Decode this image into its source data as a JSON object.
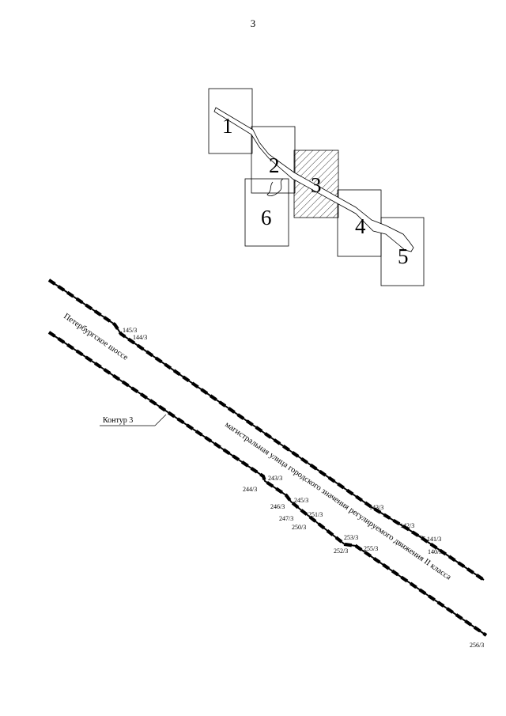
{
  "page_number": "3",
  "index_sheets": [
    "1",
    "2",
    "3",
    "4",
    "5",
    "6"
  ],
  "streets": {
    "petersburg_highway": "Петербургское шоссе",
    "arterial_street": "магистральная улица городского значения регулируемого движения II класса"
  },
  "contour_label": "Контур 3",
  "points": {
    "p145": "145/3",
    "p144": "144/3",
    "p143": "143/3",
    "p142": "142/3",
    "p141": "141/3",
    "p140": "140/3",
    "p243": "243/3",
    "p244": "244/3",
    "p245": "245/3",
    "p246": "246/3",
    "p247": "247/3",
    "p250": "250/3",
    "p251": "251/3",
    "p252": "252/3",
    "p253": "253/3",
    "p255": "255/3",
    "p256": "256/3"
  },
  "colors": {
    "ink": "#000000",
    "background": "#ffffff"
  }
}
